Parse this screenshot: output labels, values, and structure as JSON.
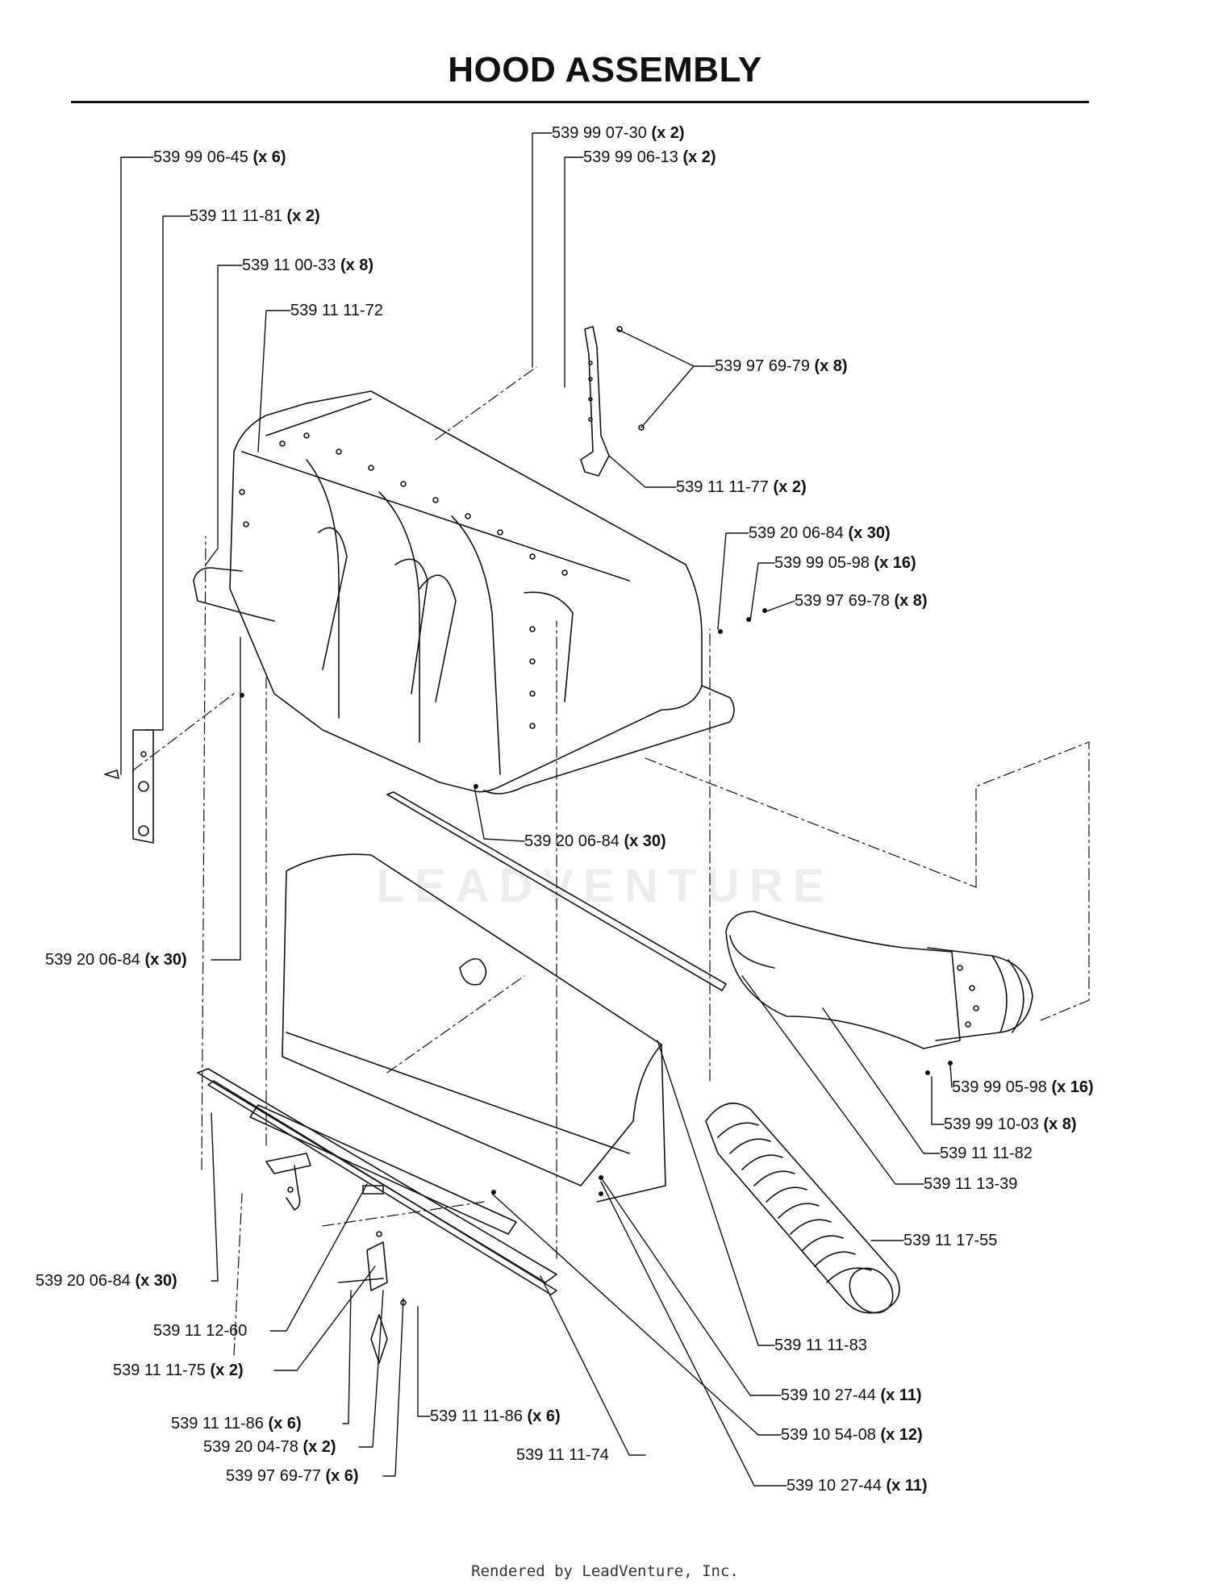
{
  "title": "HOOD ASSEMBLY",
  "footer": "Rendered by LeadVenture, Inc.",
  "watermark": "LEADVENTURE",
  "callouts": [
    {
      "id": "c01",
      "part": "539 99 06-45",
      "qty": "(x 6)"
    },
    {
      "id": "c02",
      "part": "539 11 11-81",
      "qty": "(x 2)"
    },
    {
      "id": "c03",
      "part": "539 11 00-33",
      "qty": "(x 8)"
    },
    {
      "id": "c04",
      "part": "539 11 11-72",
      "qty": ""
    },
    {
      "id": "c05",
      "part": "539 99 07-30",
      "qty": "(x 2)"
    },
    {
      "id": "c06",
      "part": "539 99 06-13",
      "qty": "(x 2)"
    },
    {
      "id": "c07",
      "part": "539 97 69-79",
      "qty": "(x 8)"
    },
    {
      "id": "c08",
      "part": "539 11 11-77",
      "qty": "(x 2)"
    },
    {
      "id": "c09",
      "part": "539 20 06-84",
      "qty": "(x 30)"
    },
    {
      "id": "c10",
      "part": "539 99 05-98",
      "qty": "(x 16)"
    },
    {
      "id": "c11",
      "part": "539 97 69-78",
      "qty": "(x 8)"
    },
    {
      "id": "c12",
      "part": "539 20 06-84",
      "qty": "(x 30)"
    },
    {
      "id": "c13",
      "part": "539 20 06-84",
      "qty": "(x 30)"
    },
    {
      "id": "c14",
      "part": "539 99 05-98",
      "qty": "(x 16)"
    },
    {
      "id": "c15",
      "part": "539 99 10-03",
      "qty": "(x 8)"
    },
    {
      "id": "c16",
      "part": "539 11 11-82",
      "qty": ""
    },
    {
      "id": "c17",
      "part": "539 11 13-39",
      "qty": ""
    },
    {
      "id": "c18",
      "part": "539 11 17-55",
      "qty": ""
    },
    {
      "id": "c19",
      "part": "539 20 06-84",
      "qty": "(x 30)"
    },
    {
      "id": "c20",
      "part": "539 11 12-60",
      "qty": ""
    },
    {
      "id": "c21",
      "part": "539 11 11-83",
      "qty": ""
    },
    {
      "id": "c22",
      "part": "539 11 11-75",
      "qty": "(x 2)"
    },
    {
      "id": "c23",
      "part": "539 10 27-44",
      "qty": "(x 11)"
    },
    {
      "id": "c24",
      "part": "539 11 11-86",
      "qty": "(x 6)"
    },
    {
      "id": "c25",
      "part": "539 11 11-86",
      "qty": "(x 6)"
    },
    {
      "id": "c26",
      "part": "539 10 54-08",
      "qty": "(x 12)"
    },
    {
      "id": "c27",
      "part": "539 20 04-78",
      "qty": "(x 2)"
    },
    {
      "id": "c28",
      "part": "539 11 11-74",
      "qty": ""
    },
    {
      "id": "c29",
      "part": "539 97 69-77",
      "qty": "(x 6)"
    },
    {
      "id": "c30",
      "part": "539 10 27-44",
      "qty": "(x 11)"
    }
  ]
}
